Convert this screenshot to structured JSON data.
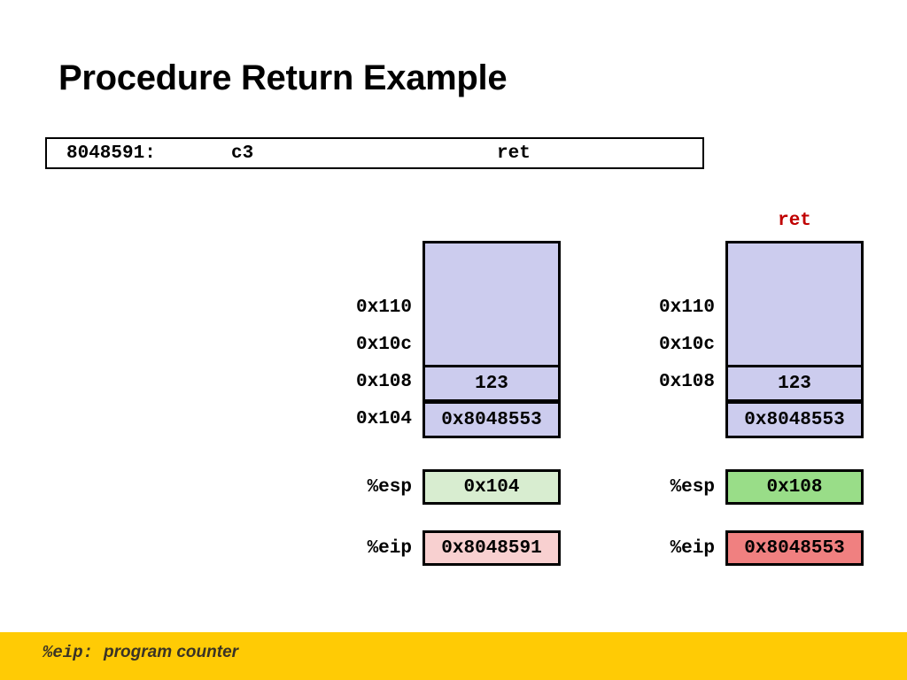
{
  "slide": {
    "title": "Procedure Return Example",
    "footer": {
      "register": "%eip:",
      "description": "program counter",
      "bar_color": "#ffcb05"
    }
  },
  "code_box": {
    "address": "8048591:",
    "bytes": "c3",
    "mnemonic": "ret"
  },
  "colors": {
    "stack_fill": "#ccccee",
    "esp_before": "#d8edd0",
    "esp_after": "#99dd88",
    "eip_before": "#f8d0d0",
    "eip_after": "#f08080",
    "border": "#000000",
    "accent_red": "#c00000"
  },
  "diagrams": [
    {
      "id": "before",
      "caption": "",
      "stack": {
        "address_labels": [
          "0x110",
          "0x10c",
          "0x108",
          "0x104"
        ],
        "cells": [
          {
            "address": "0x108",
            "value": "123"
          },
          {
            "address": "0x104",
            "value": "0x8048553"
          }
        ]
      },
      "registers": [
        {
          "name": "%esp",
          "value": "0x104",
          "fill": "#d8edd0"
        },
        {
          "name": "%eip",
          "value": "0x8048591",
          "fill": "#f8d0d0"
        }
      ]
    },
    {
      "id": "after",
      "caption": "ret",
      "stack": {
        "address_labels": [
          "0x110",
          "0x10c",
          "0x108"
        ],
        "cells": [
          {
            "address": "0x108",
            "value": "123"
          },
          {
            "address": "",
            "value": "0x8048553"
          }
        ]
      },
      "registers": [
        {
          "name": "%esp",
          "value": "0x108",
          "fill": "#99dd88"
        },
        {
          "name": "%eip",
          "value": "0x8048553",
          "fill": "#f08080"
        }
      ]
    }
  ]
}
